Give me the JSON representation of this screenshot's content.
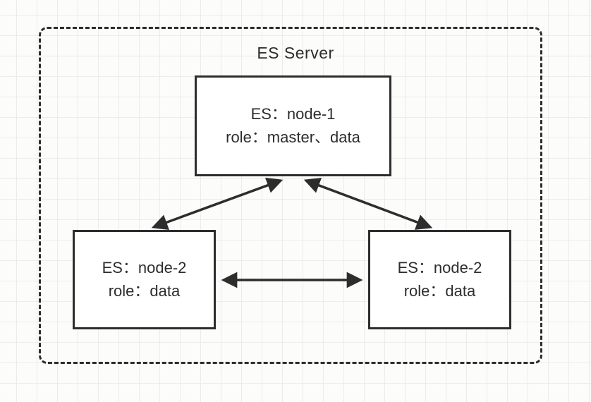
{
  "diagram": {
    "title": "ES Server",
    "nodes": {
      "node1": {
        "line1": "ES：node-1",
        "line2": "role：master、data"
      },
      "node2_left": {
        "line1": "ES：node-2",
        "line2": "role：data"
      },
      "node2_right": {
        "line1": "ES：node-2",
        "line2": "role：data"
      }
    },
    "edges": [
      {
        "from": "node1",
        "to": "node2_left",
        "style": "double-arrow"
      },
      {
        "from": "node1",
        "to": "node2_right",
        "style": "double-arrow"
      },
      {
        "from": "node2_left",
        "to": "node2_right",
        "style": "double-arrow"
      }
    ],
    "colors": {
      "stroke": "#2d2d2d",
      "box_background": "#ffffff",
      "grid_line": "#ececea",
      "page_background": "#fcfcfb"
    }
  }
}
